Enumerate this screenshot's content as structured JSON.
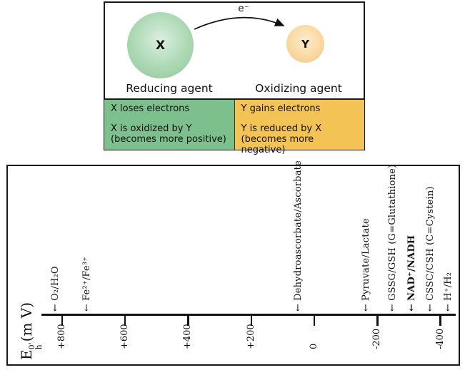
{
  "top_panel": {
    "reducing_circle_label": "X",
    "oxidizing_circle_label": "Y",
    "electron_label": "e⁻",
    "reducing_caption": "Reducing agent",
    "oxidizing_caption": "Oxidizing agent",
    "reducing_points": [
      "X loses electrons",
      "X is oxidized by Y",
      "(becomes more positive)"
    ],
    "oxidizing_points": [
      "Y gains electrons",
      "Y is reduced by X",
      "(becomes more negative)"
    ],
    "colors": {
      "reducing_cell_green": "#7dc08e",
      "oxidizing_cell_orange": "#f4c355",
      "reducing_circle_green": "#8cc795",
      "oxidizing_circle_orange": "#f5c37c"
    }
  },
  "chart_data": {
    "type": "scatter",
    "orientation": "horizontal-number-line",
    "axis_label": {
      "base": "E",
      "sup": "0'",
      "sub": "h",
      "unit": "(m V)"
    },
    "xlabel": "Eh0' (m V)",
    "xlim": [
      870,
      -470
    ],
    "axis_reversed": true,
    "grid": false,
    "x_ticks_mv": [
      800,
      600,
      400,
      200,
      0,
      -200,
      -400
    ],
    "x_tick_labels": [
      "+800",
      "+600",
      "+400",
      "+200",
      "0",
      "-200",
      "-400"
    ],
    "arrow_glyph": "←",
    "points": [
      {
        "label": "O₂/H₂O",
        "mv": 820,
        "bold": false
      },
      {
        "label": "Fe²⁺/Fe³⁺",
        "mv": 720,
        "bold": false
      },
      {
        "label": "Dehydroascorbate/Ascorbate",
        "mv": 50,
        "bold": false
      },
      {
        "label": "Pyruvate/Lactate",
        "mv": -165,
        "bold": false
      },
      {
        "label": "GSSG/GSH (G=Glutathione)",
        "mv": -250,
        "bold": false
      },
      {
        "label": "NAD⁺/NADH",
        "mv": -310,
        "bold": true
      },
      {
        "label": "CSSC/CSH (C=Cystein)",
        "mv": -370,
        "bold": false
      },
      {
        "label": "H⁺/H₂",
        "mv": -425,
        "bold": false
      }
    ]
  }
}
